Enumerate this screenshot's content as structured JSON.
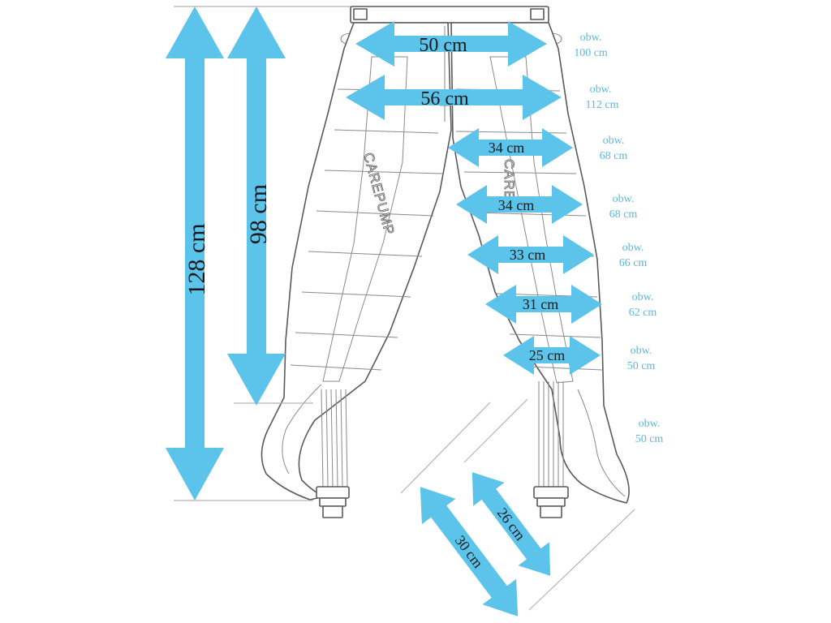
{
  "colors": {
    "arrow": "#5cc3ea",
    "outline": "#5a5a5a",
    "guide": "#b4b4b4",
    "circumference_text": "#5cb8de"
  },
  "brand": "CAREPUMP",
  "brand_alt": "CARE",
  "lengths": {
    "total": "128 cm",
    "inner": "98 cm",
    "foot_outer": "30 cm",
    "foot_inner": "26 cm"
  },
  "widths": [
    {
      "label": "50 cm",
      "obw": "obw.",
      "circ": "100 cm"
    },
    {
      "label": "56 cm",
      "obw": "obw.",
      "circ": "112 cm"
    },
    {
      "label": "34 cm",
      "obw": "obw.",
      "circ": "68 cm"
    },
    {
      "label": "34 cm",
      "obw": "obw.",
      "circ": "68 cm"
    },
    {
      "label": "33 cm",
      "obw": "obw.",
      "circ": "66 cm"
    },
    {
      "label": "31 cm",
      "obw": "obw.",
      "circ": "62 cm"
    },
    {
      "label": "25 cm",
      "obw": "obw.",
      "circ": "50 cm"
    }
  ],
  "ankle": {
    "obw": "obw.",
    "circ": "50 cm"
  }
}
